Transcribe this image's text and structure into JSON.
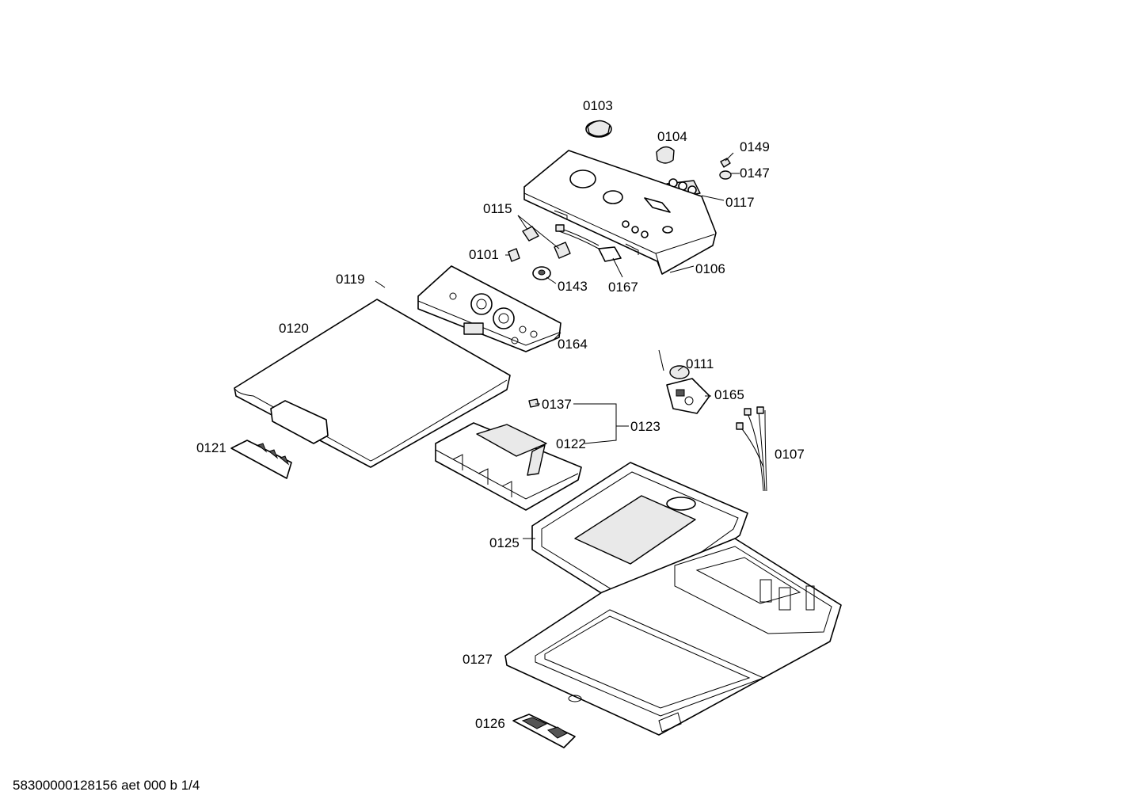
{
  "parts": [
    {
      "id": "p0103",
      "label": "0103"
    },
    {
      "id": "p0104",
      "label": "0104"
    },
    {
      "id": "p0149",
      "label": "0149"
    },
    {
      "id": "p0147",
      "label": "0147"
    },
    {
      "id": "p0117",
      "label": "0117"
    },
    {
      "id": "p0115",
      "label": "0115"
    },
    {
      "id": "p0101",
      "label": "0101"
    },
    {
      "id": "p0143",
      "label": "0143"
    },
    {
      "id": "p0167",
      "label": "0167"
    },
    {
      "id": "p0106",
      "label": "0106"
    },
    {
      "id": "p0119",
      "label": "0119"
    },
    {
      "id": "p0120",
      "label": "0120"
    },
    {
      "id": "p0164",
      "label": "0164"
    },
    {
      "id": "p0111",
      "label": "0111"
    },
    {
      "id": "p0165",
      "label": "0165"
    },
    {
      "id": "p0137",
      "label": "0137"
    },
    {
      "id": "p0123",
      "label": "0123"
    },
    {
      "id": "p0122",
      "label": "0122"
    },
    {
      "id": "p0121",
      "label": "0121"
    },
    {
      "id": "p0107",
      "label": "0107"
    },
    {
      "id": "p0125",
      "label": "0125"
    },
    {
      "id": "p0127",
      "label": "0127"
    },
    {
      "id": "p0126",
      "label": "0126"
    }
  ],
  "footer": "58300000128156 aet 000 b 1/4"
}
